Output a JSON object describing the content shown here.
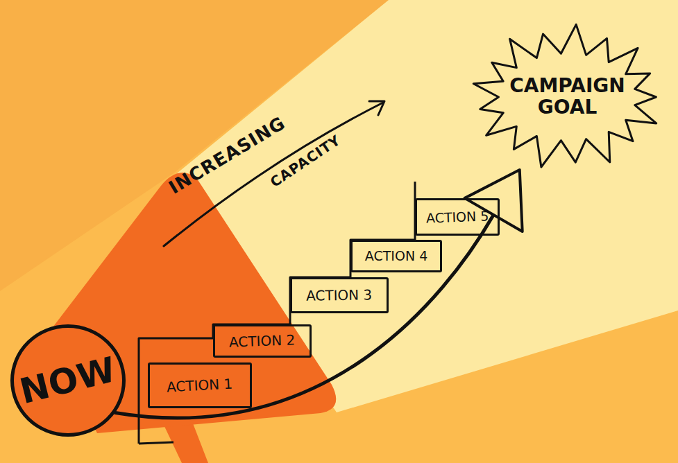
{
  "diagram": {
    "nodes": [
      {
        "text": [
          "NOW"
        ]
      },
      {
        "text": [
          "ACTION 1"
        ]
      },
      {
        "text": [
          "ACTION 2"
        ]
      },
      {
        "text": [
          "ACTION 3"
        ]
      },
      {
        "text": [
          "ACTION 4"
        ]
      },
      {
        "text": [
          "ACTION 5"
        ]
      },
      {
        "text": [
          "CAMPAIGN GOAL"
        ]
      }
    ],
    "edges": [
      {
        "from": 0,
        "to": 6,
        "arrow": "to"
      }
    ],
    "labels": [
      "INCREASING",
      "CAPACITY"
    ]
  }
}
